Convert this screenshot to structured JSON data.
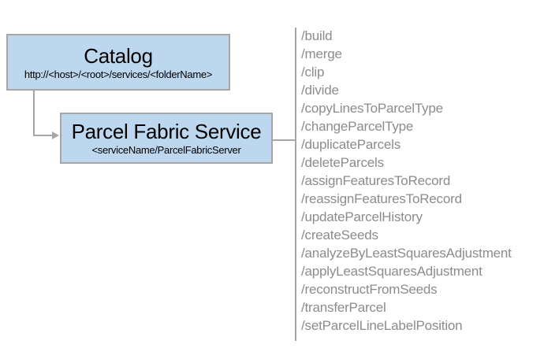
{
  "diagram": {
    "catalog_box": {
      "title": "Catalog",
      "subtitle": "http://<host>/<root>/services/<folderName>"
    },
    "service_box": {
      "title": "Parcel Fabric Service",
      "subtitle": "<serviceName/ParcelFabricServer"
    },
    "endpoints": [
      "/build",
      "/merge",
      "/clip",
      "/divide",
      "/copyLinesToParcelType",
      "/changeParcelType",
      "/duplicateParcels",
      "/deleteParcels",
      "/assignFeaturesToRecord",
      "/reassignFeaturesToRecord",
      "/updateParcelHistory",
      "/createSeeds",
      "/analyzeByLeastSquaresAdjustment",
      "/applyLeastSquaresAdjustment",
      "/reconstructFromSeeds",
      "/transferParcel",
      "/setParcelLineLabelPosition"
    ],
    "colors": {
      "box_fill": "#BDD7EE",
      "box_border": "#A6A6A6",
      "connector": "#A6A6A6",
      "endpoint_text": "#8C8C8C",
      "title_text": "#000000"
    }
  }
}
